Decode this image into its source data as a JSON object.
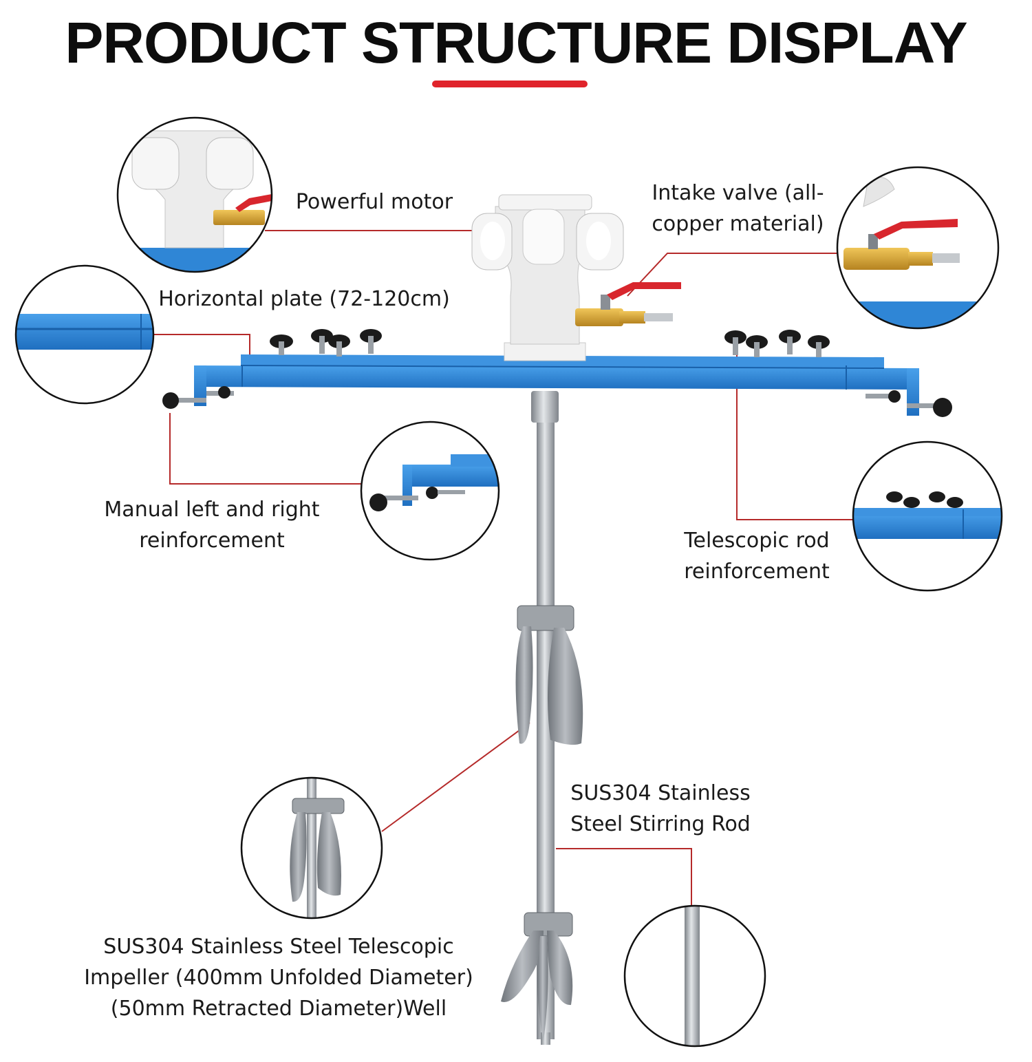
{
  "title": "PRODUCT STRUCTURE DISPLAY",
  "colors": {
    "accent_red": "#e0242b",
    "frame_blue": "#2f86d6",
    "leader_line": "#b52a2a",
    "steel": "#a9adb2"
  },
  "labels": {
    "motor": "Powerful motor",
    "intake_valve": "Intake valve (all-\ncopper material)",
    "horizontal_plate": "Horizontal plate (72-120cm)",
    "manual_reinforcement": "Manual left and right\nreinforcement",
    "telescopic_reinforcement": "Telescopic rod\nreinforcement",
    "stirring_rod": "SUS304 Stainless\nSteel Stirring Rod",
    "impeller": "SUS304 Stainless Steel Telescopic\nImpeller (400mm Unfolded Diameter)\n(50mm Retracted Diameter)Well"
  }
}
